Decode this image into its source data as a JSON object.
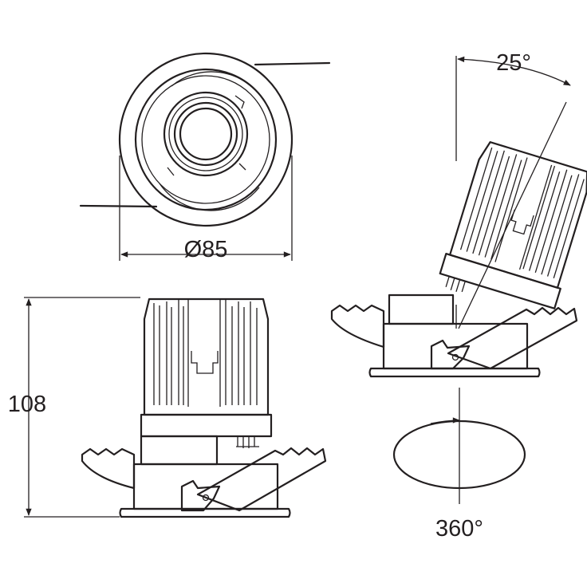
{
  "diagram": {
    "diameter_label": "Ø85",
    "height_label": "108",
    "tilt_label": "25°",
    "rotation_label": "360°"
  },
  "colors": {
    "stroke": "#231f20",
    "background": "#ffffff"
  }
}
